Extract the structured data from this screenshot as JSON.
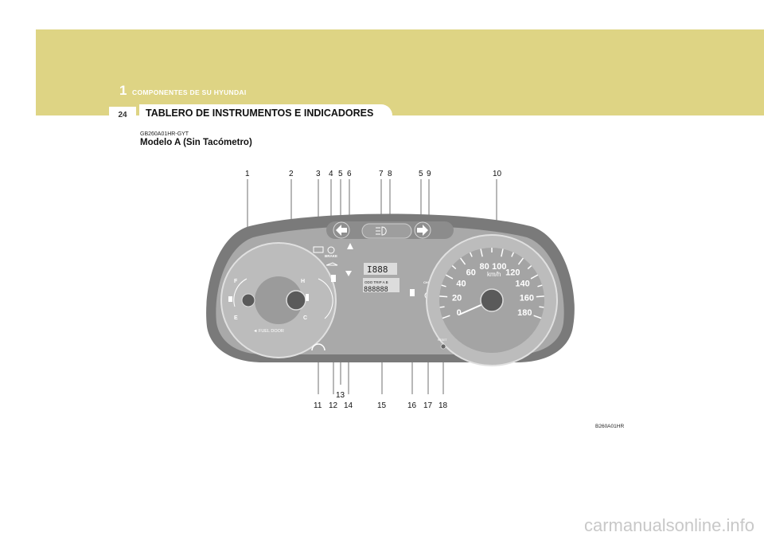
{
  "header": {
    "chapter_number": "1",
    "chapter_title": "COMPONENTES DE SU HYUNDAI",
    "page_number": "24",
    "section_title": "TABLERO DE INSTRUMENTOS E INDICADORES"
  },
  "content": {
    "code": "GB260A01HR-GYT",
    "model_title": "Modelo A (Sin Tacómetro)",
    "figure_code": "B260A01HR"
  },
  "cluster": {
    "top_labels": [
      "1",
      "2",
      "3",
      "4",
      "5",
      "6",
      "7",
      "8",
      "5",
      "9",
      "10"
    ],
    "bottom_labels": [
      "11",
      "12",
      "13",
      "14",
      "15",
      "16",
      "17",
      "18"
    ],
    "fuel_f": "F",
    "fuel_e": "E",
    "temp_h": "H",
    "temp_c": "C",
    "fuel_door": "◄ FUEL DOOR",
    "lcd_top": "I888",
    "lcd_odo": "ODO TRIP A B",
    "lcd_digits": "888888",
    "brake_label": "BRAKE",
    "check_label": "CHECK",
    "speed_unit": "km/h",
    "speed_ticks": [
      "0",
      "20",
      "40",
      "60",
      "80",
      "100",
      "120",
      "140",
      "160",
      "180"
    ],
    "reset_label": "RESET"
  },
  "footer": {
    "watermark": "carmanualsonline.info"
  },
  "colors": {
    "band": "#ded484",
    "cluster_outer": "#7a7a7a",
    "cluster_inner": "#a9a9a9",
    "text_dark": "#111111"
  }
}
